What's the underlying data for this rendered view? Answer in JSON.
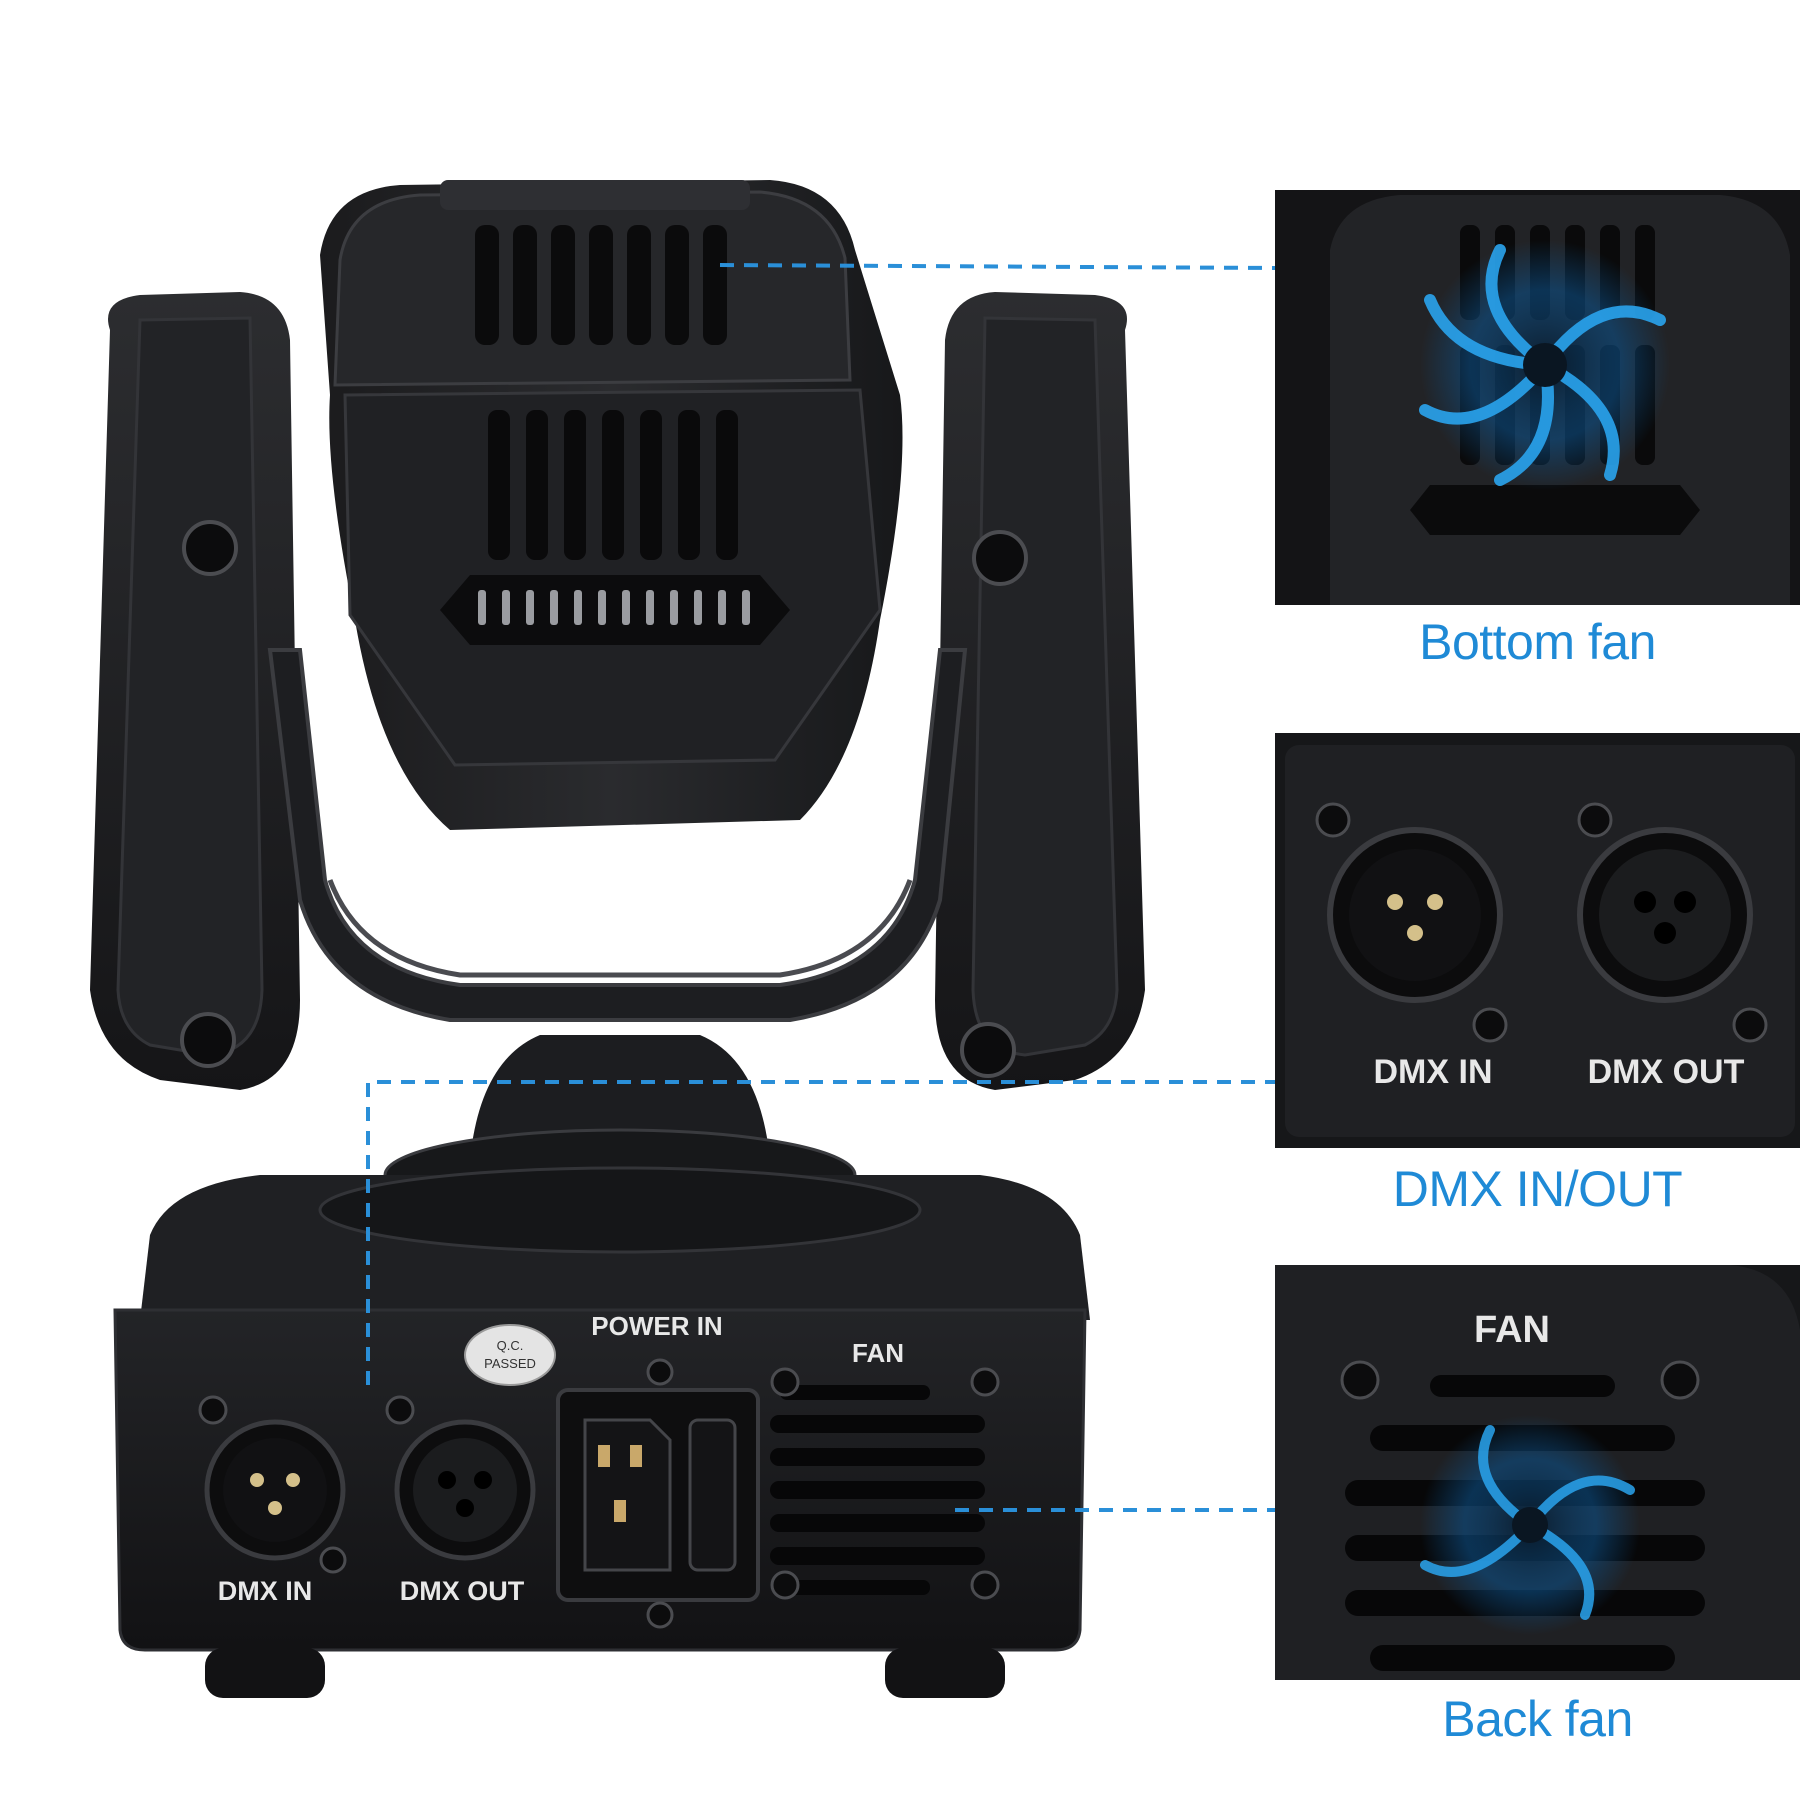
{
  "image": {
    "subject": "moving-head stage light",
    "accent_color": "#1f8ad6"
  },
  "base_panel": {
    "qc_sticker_line1": "Q.C.",
    "qc_sticker_line2": "PASSED",
    "power_in": "POWER IN",
    "fan": "FAN",
    "dmx_in": "DMX IN",
    "dmx_out": "DMX OUT"
  },
  "callouts": [
    {
      "label": "Bottom fan"
    },
    {
      "label": "DMX IN/OUT",
      "dmx_in": "DMX IN",
      "dmx_out": "DMX OUT"
    },
    {
      "label": "Back fan",
      "fan": "FAN"
    }
  ]
}
